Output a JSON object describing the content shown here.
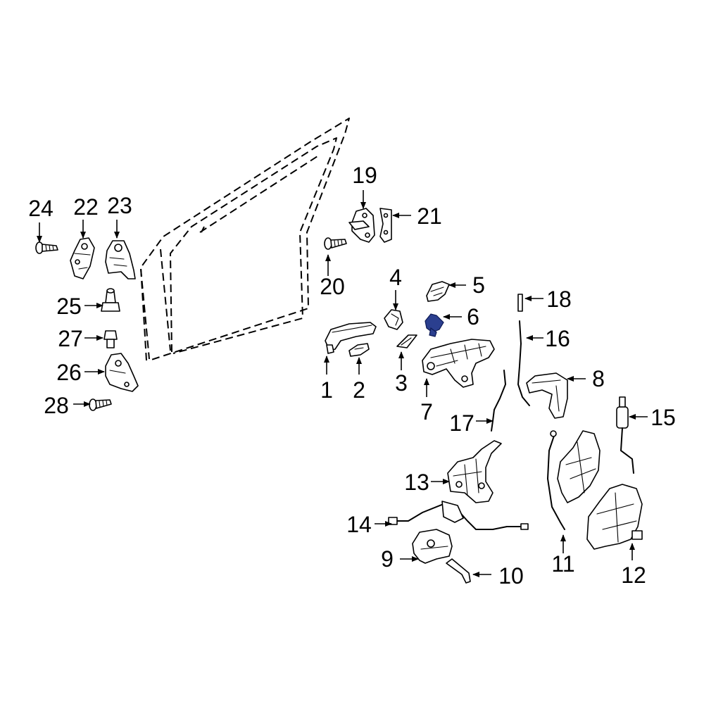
{
  "colors": {
    "background": "#ffffff",
    "line": "#000000",
    "highlight_part": "#2b3f8f"
  },
  "highlighted_part": "6",
  "callouts": {
    "c1": "1",
    "c2": "2",
    "c3": "3",
    "c4": "4",
    "c5": "5",
    "c6": "6",
    "c7": "7",
    "c8": "8",
    "c9": "9",
    "c10": "10",
    "c11": "11",
    "c12": "12",
    "c13": "13",
    "c14": "14",
    "c15": "15",
    "c16": "16",
    "c17": "17",
    "c18": "18",
    "c19": "19",
    "c20": "20",
    "c21": "21",
    "c22": "22",
    "c23": "23",
    "c24": "24",
    "c25": "25",
    "c26": "26",
    "c27": "27",
    "c28": "28"
  }
}
